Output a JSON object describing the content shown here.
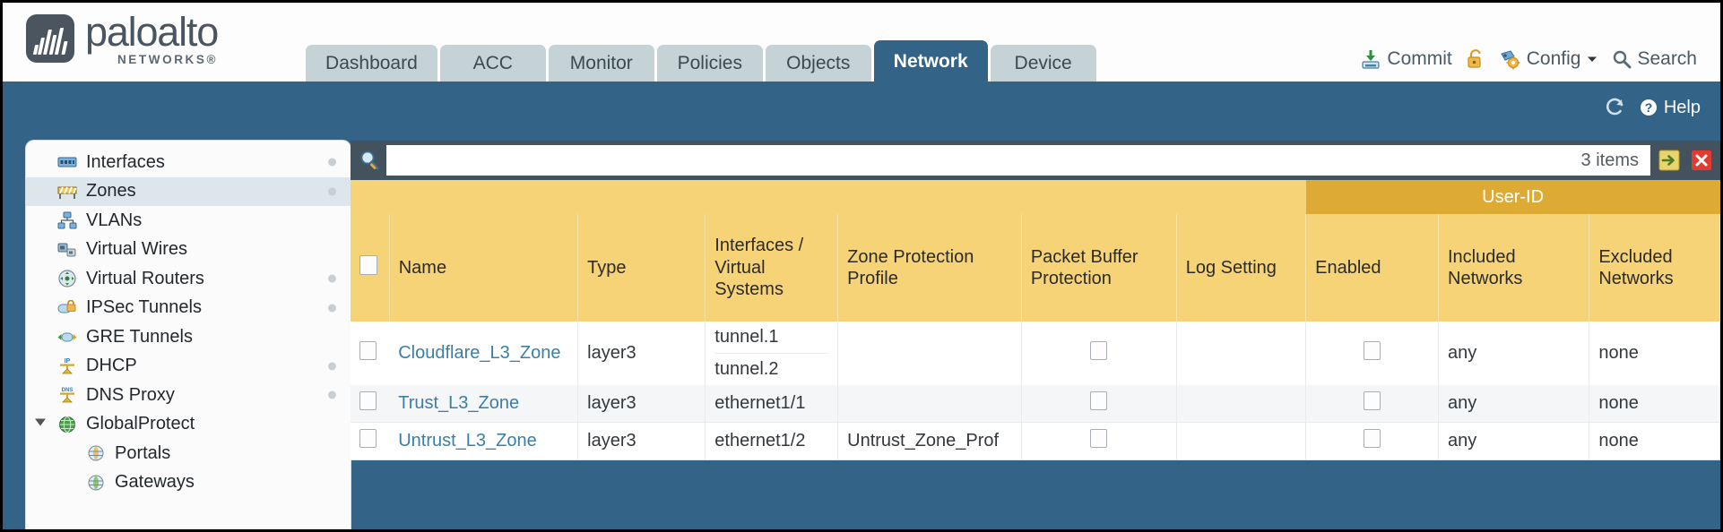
{
  "brand": {
    "name": "paloalto",
    "sub": "NETWORKS®",
    "logo_icon": "paloalto-logo-icon"
  },
  "nav": {
    "tabs": [
      {
        "label": "Dashboard",
        "active": false
      },
      {
        "label": "ACC",
        "active": false
      },
      {
        "label": "Monitor",
        "active": false
      },
      {
        "label": "Policies",
        "active": false
      },
      {
        "label": "Objects",
        "active": false
      },
      {
        "label": "Network",
        "active": true
      },
      {
        "label": "Device",
        "active": false
      }
    ]
  },
  "header_actions": {
    "commit": {
      "label": "Commit",
      "icon": "commit-save-icon"
    },
    "lock": {
      "icon": "unlock-icon"
    },
    "config": {
      "label": "Config",
      "icon": "config-wrench-key-icon",
      "caret": "chevron-down-icon"
    },
    "search": {
      "label": "Search",
      "icon": "search-icon"
    }
  },
  "band": {
    "refresh_icon": "refresh-icon",
    "help_label": "Help",
    "help_icon": "help-question-icon"
  },
  "sidebar": {
    "items": [
      {
        "label": "Interfaces",
        "icon": "interfaces-icon",
        "selected": false,
        "dot": true,
        "child": false,
        "caret": ""
      },
      {
        "label": "Zones",
        "icon": "zones-icon",
        "selected": true,
        "dot": true,
        "child": false,
        "caret": ""
      },
      {
        "label": "VLANs",
        "icon": "vlans-icon",
        "selected": false,
        "dot": false,
        "child": false,
        "caret": ""
      },
      {
        "label": "Virtual Wires",
        "icon": "virtual-wires-icon",
        "selected": false,
        "dot": false,
        "child": false,
        "caret": ""
      },
      {
        "label": "Virtual Routers",
        "icon": "virtual-routers-icon",
        "selected": false,
        "dot": true,
        "child": false,
        "caret": ""
      },
      {
        "label": "IPSec Tunnels",
        "icon": "ipsec-tunnels-icon",
        "selected": false,
        "dot": true,
        "child": false,
        "caret": ""
      },
      {
        "label": "GRE Tunnels",
        "icon": "gre-tunnels-icon",
        "selected": false,
        "dot": false,
        "child": false,
        "caret": ""
      },
      {
        "label": "DHCP",
        "icon": "dhcp-icon",
        "selected": false,
        "dot": true,
        "child": false,
        "caret": ""
      },
      {
        "label": "DNS Proxy",
        "icon": "dns-proxy-icon",
        "selected": false,
        "dot": true,
        "child": false,
        "caret": ""
      },
      {
        "label": "GlobalProtect",
        "icon": "globalprotect-icon",
        "selected": false,
        "dot": false,
        "child": false,
        "caret": "open"
      },
      {
        "label": "Portals",
        "icon": "portals-icon",
        "selected": false,
        "dot": false,
        "child": true,
        "caret": ""
      },
      {
        "label": "Gateways",
        "icon": "gateways-icon",
        "selected": false,
        "dot": false,
        "child": true,
        "caret": ""
      }
    ]
  },
  "search": {
    "icon": "search-magnifier-icon",
    "value": "",
    "placeholder": "",
    "items_count": "3 items",
    "apply_icon": "apply-arrow-icon",
    "clear_icon": "clear-x-icon"
  },
  "table": {
    "group_header": {
      "label": "User-ID",
      "span": 3
    },
    "columns": [
      "Name",
      "Type",
      "Interfaces / Virtual Systems",
      "Zone Protection Profile",
      "Packet Buffer Protection",
      "Log Setting",
      "Enabled",
      "Included Networks",
      "Excluded Networks"
    ],
    "rows": [
      {
        "checked": false,
        "name": "Cloudflare_L3_Zone",
        "type": "layer3",
        "interfaces": [
          "tunnel.1",
          "tunnel.2"
        ],
        "zone_protection_profile": "",
        "packet_buffer_protection": false,
        "log_setting": "",
        "userid_enabled": false,
        "included_networks": "any",
        "excluded_networks": "none"
      },
      {
        "checked": false,
        "name": "Trust_L3_Zone",
        "type": "layer3",
        "interfaces": [
          "ethernet1/1"
        ],
        "zone_protection_profile": "",
        "packet_buffer_protection": false,
        "log_setting": "",
        "userid_enabled": false,
        "included_networks": "any",
        "excluded_networks": "none"
      },
      {
        "checked": false,
        "name": "Untrust_L3_Zone",
        "type": "layer3",
        "interfaces": [
          "ethernet1/2"
        ],
        "zone_protection_profile": "Untrust_Zone_Prof",
        "packet_buffer_protection": false,
        "log_setting": "",
        "userid_enabled": false,
        "included_networks": "any",
        "excluded_networks": "none"
      }
    ]
  },
  "colors": {
    "brand_blue": "#336487",
    "header_amber": "#f7d377",
    "group_amber": "#ddab33",
    "link_blue": "#3b7fa6",
    "dark_slate": "#44525d"
  }
}
